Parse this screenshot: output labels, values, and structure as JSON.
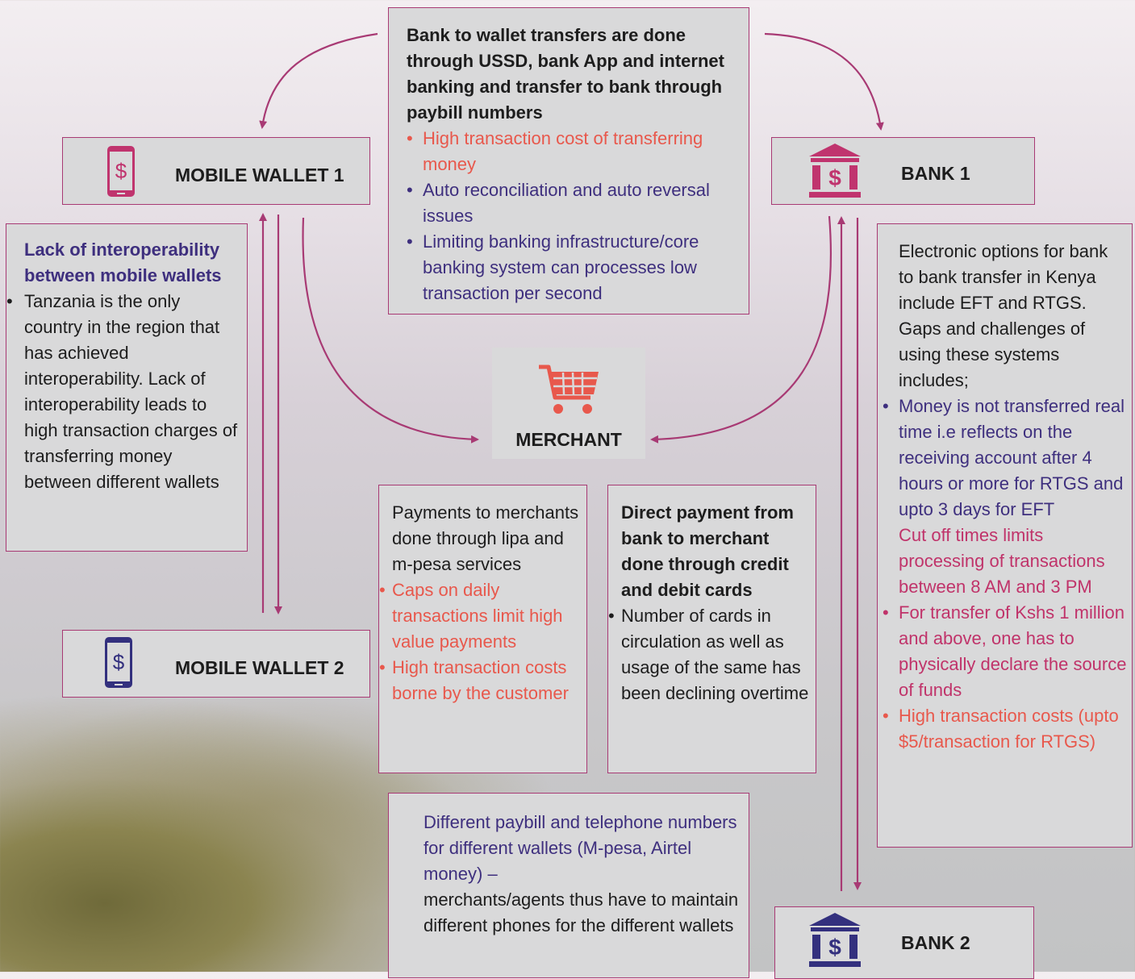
{
  "nodes": {
    "mobile_wallet_1": "MOBILE WALLET 1",
    "mobile_wallet_2": "MOBILE WALLET 2",
    "bank_1": "BANK 1",
    "bank_2": "BANK 2",
    "merchant": "MERCHANT"
  },
  "top_box": {
    "heading": "Bank to wallet transfers are done through USSD, bank App and internet banking and transfer to bank through paybill numbers",
    "bullets": [
      "High transaction cost of transferring money",
      "Auto reconciliation and auto reversal issues",
      "Limiting banking infrastructure/core banking system can processes low transaction per second"
    ]
  },
  "left_box": {
    "heading": "Lack of interoperability between mobile wallets",
    "bullet": "Tanzania is the only country in the region that has achieved interoperability. Lack of interoperability leads to high transaction charges of transferring money between different wallets"
  },
  "right_box": {
    "intro": "Electronic options for bank to bank transfer in Kenya include EFT and RTGS. Gaps and challenges of using these systems includes;",
    "bullet1": "Money is not transferred real time i.e reflects on the receiving account after 4 hours or more for RTGS and upto 3 days for EFT",
    "cutoff": "Cut off times limits processing of transactions between 8 AM and 3 PM",
    "bullet2": "For transfer of Kshs 1 million and above, one has to physically declare the source of funds",
    "bullet3": "High transaction costs (upto $5/transaction for RTGS)"
  },
  "merchant_box_1": {
    "intro": "Payments to merchants done through lipa and m-pesa services",
    "bullets": [
      "Caps on daily transactions limit high value payments",
      "High transaction costs borne by the customer"
    ]
  },
  "merchant_box_2": {
    "heading": "Direct payment from bank to merchant done through credit and debit cards",
    "bullet": "Number of cards in circulation as well as usage of the same has been declining overtime"
  },
  "bottom_box": {
    "purple_text": "Different paybill and telephone numbers for different wallets (M-pesa, Airtel money) –",
    "black_text": "merchants/agents thus have to maintain different phones for the different wallets"
  },
  "icons": {
    "mobile_wallet_1": "phone-dollar-icon",
    "mobile_wallet_2": "phone-dollar-icon",
    "bank_1": "bank-dollar-icon",
    "bank_2": "bank-dollar-icon",
    "merchant": "shopping-cart-icon"
  },
  "colors": {
    "arrow": "#a83a74",
    "phone1": "#c0346e",
    "phone2": "#33307e",
    "bank1": "#c0346e",
    "bank2": "#33307e",
    "cart": "#e8584c"
  }
}
